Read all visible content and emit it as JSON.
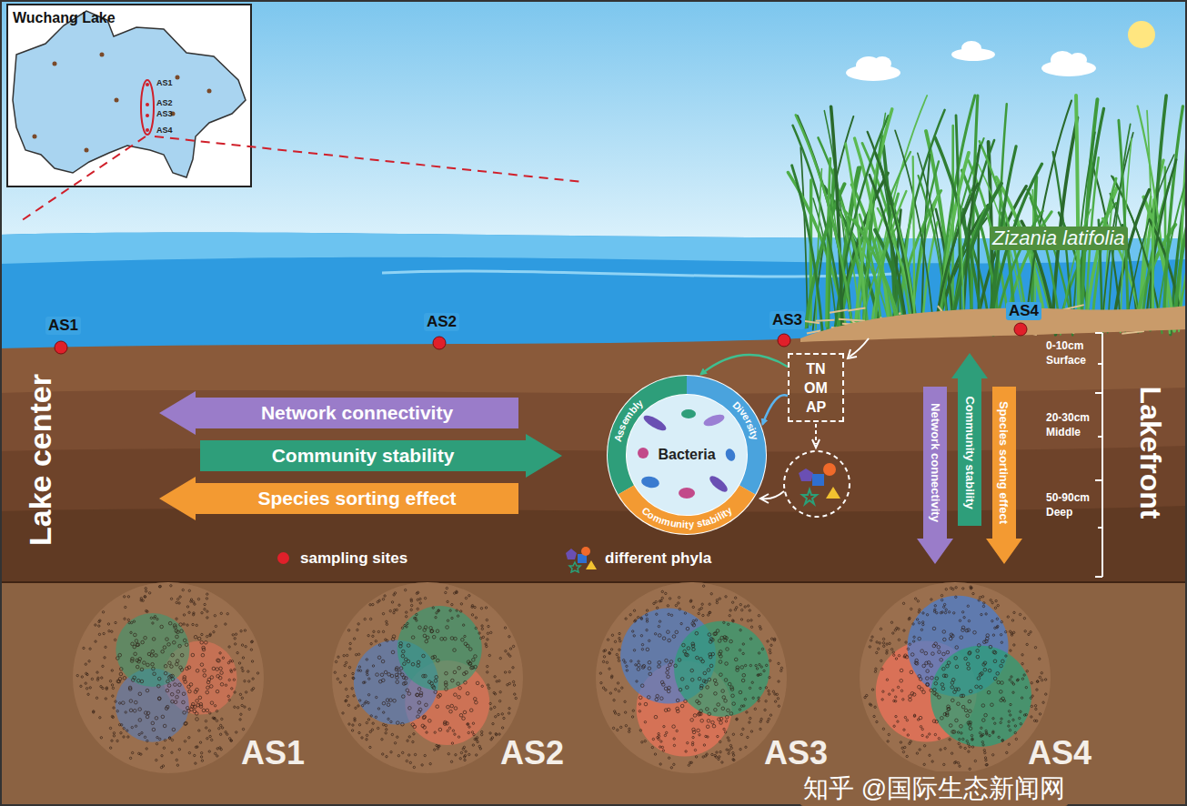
{
  "diagram": {
    "nodes": [
      {
        "text": [
          "Wuchang Lake"
        ]
      },
      {
        "text": [
          "Network connectivity"
        ]
      },
      {
        "text": [
          "Community stability"
        ]
      },
      {
        "text": [
          "Species sorting effect"
        ]
      },
      {
        "text": [
          "TN",
          "OM",
          "AP"
        ]
      },
      {
        "text": [
          "Bacteria",
          "Assembly",
          "Diversity",
          "Community stability"
        ]
      },
      {
        "text": [
          "Network connectivity"
        ]
      },
      {
        "text": [
          "Community stability"
        ]
      },
      {
        "text": [
          "Species sorting effect"
        ]
      },
      {
        "text": [
          "AS1"
        ]
      },
      {
        "text": [
          "AS2"
        ]
      },
      {
        "text": [
          "AS3"
        ]
      },
      {
        "text": [
          "AS4"
        ]
      }
    ],
    "edges": [
      {
        "from": 4,
        "to": 5,
        "arrow": "to"
      },
      {
        "from": 4,
        "to": 5,
        "arrow": "to"
      }
    ],
    "labels": [
      "AS1",
      "AS2",
      "AS3",
      "AS4",
      "AS1",
      "AS2",
      "AS3",
      "AS4",
      "Zizania latifolia",
      "Lake center",
      "Lakefront",
      "0-10cm",
      "Surface",
      "20-30cm",
      "Middle",
      "50-90cm",
      "Deep",
      "知乎 @国际生态新闻网"
    ],
    "legend": [
      {
        "text": "sampling sites",
        "color": "#e0202a"
      },
      {
        "text": "different phyla"
      }
    ]
  }
}
